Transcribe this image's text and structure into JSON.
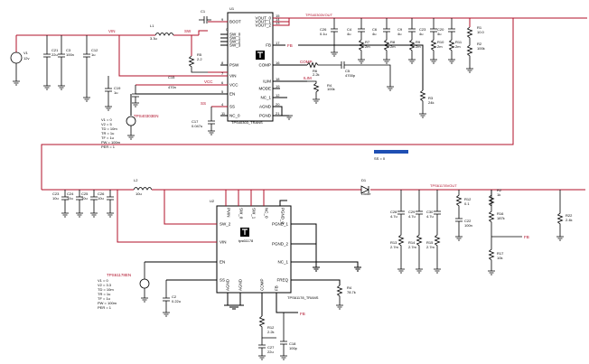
{
  "top": {
    "vin_net": "VIN",
    "sw_net": "SW",
    "vcc_net": "VCC",
    "ss_net": "SS",
    "ilim_net": "ILIM",
    "comp_net": "COMP",
    "fb_net": "FB",
    "vout_net": "TPS40303VOUT",
    "u1_ref": "U1",
    "u1_part": "TPS40303_TRANS",
    "u1_pins_left": [
      "BOOT",
      "SW_0",
      "SW_1",
      "SW_2",
      "SW_3",
      "PSW",
      "VIN",
      "VCC",
      "EN",
      "SS",
      "NC_0"
    ],
    "u1_pins_right": [
      "VOUT_0",
      "VOUT_1",
      "VOUT_2",
      "FB",
      "COMP",
      "ILIM",
      "MODE",
      "NC_1",
      "AGND",
      "PGND"
    ],
    "u1_pinnums_left": [
      "9",
      "",
      "",
      "",
      "",
      "8",
      "7",
      "6",
      "5",
      "4",
      "11"
    ],
    "u1_pinnums_right": [
      "15",
      "14",
      "13",
      "17",
      "16",
      "18",
      "19",
      "12",
      "20",
      "21"
    ],
    "source": {
      "ref": "V1",
      "val": "12v",
      "params": [
        "V1 = 0",
        "V2 = 12",
        "TD = 10u",
        "TR = 1m",
        "TF = 1u",
        "PW = 100m",
        "PER = 1"
      ]
    },
    "en_source": {
      "ref": "TPS40303EN",
      "params": [
        "V1 = 0",
        "V2 = 5",
        "TD = 10m",
        "TR = 1u",
        "TF = 1u",
        "PW = 100m",
        "PER = 1"
      ]
    },
    "inductor": {
      "ref": "L1",
      "val": "3.3u"
    },
    "caps_in": [
      {
        "ref": "C21",
        "val": "22u"
      },
      {
        "ref": "C3",
        "val": "100n"
      },
      {
        "ref": "C12",
        "val": "1u"
      },
      {
        "ref": "C19",
        "val": "1u"
      }
    ],
    "cap_boot": {
      "ref": "C1",
      "val": "0.1u"
    },
    "res_boot": {
      "ref": "R5",
      "val": "2.2"
    },
    "caps_top_misc": [
      {
        "ref": "C15",
        "val": "470n"
      },
      {
        "ref": "C17",
        "val": "0.047u"
      },
      {
        "ref": "C13",
        "val": "22p"
      }
    ],
    "comp_net_parts": [
      {
        "ref": "R6",
        "val": "2.2k"
      },
      {
        "ref": "C5",
        "val": "4700p"
      },
      {
        "ref": "R4",
        "val": "100k"
      },
      {
        "ref": "R3",
        "val": "24k"
      }
    ],
    "caps_out": [
      {
        "ref": "C4",
        "val": "4u"
      },
      {
        "ref": "C6",
        "val": "4u"
      },
      {
        "ref": "C9",
        "val": "4u"
      },
      {
        "ref": "C23",
        "val": "4u"
      },
      {
        "ref": "C20",
        "val": "4u"
      },
      {
        "ref": "C26",
        "val": "0.1u"
      }
    ],
    "res_esr": [
      {
        "ref": "R7",
        "val": "2m"
      },
      {
        "ref": "R8",
        "val": "2m"
      },
      {
        "ref": "R9",
        "val": "2m"
      },
      {
        "ref": "R10",
        "val": "2m"
      },
      {
        "ref": "R11",
        "val": "2m"
      }
    ],
    "res_fb": [
      {
        "ref": "R1",
        "val": "10.0"
      },
      {
        "ref": "R2",
        "val": "100k"
      }
    ],
    "section_label": "SS = 0"
  },
  "bottom": {
    "u2_ref": "U2",
    "u2_part": "TPS61178_TRANS",
    "u2_chip": "tps61178",
    "u2_pins_top": [
      "PVIN",
      "SW_0",
      "SW_1",
      "NC_0",
      "PGND_0"
    ],
    "u2_pins_left": [
      "SW_2",
      "VIN",
      "EN",
      "SS"
    ],
    "u2_pins_right": [
      "PGND_1",
      "PGND_2",
      "NC_1",
      "FREQ"
    ],
    "u2_pins_bottom": [
      "AGND",
      "AGND",
      "COMP",
      "FB"
    ],
    "inductor": {
      "ref": "L2",
      "val": "10u"
    },
    "diode": {
      "ref": "D1",
      "val": "Diode"
    },
    "vout_net": "TPS61178VOUT",
    "fb_net": "FB",
    "en_source": {
      "ref": "TPS61178EN",
      "params": [
        "V1 = 0",
        "V2 = 3.3",
        "TD = 10m",
        "TR = 1u",
        "TF = 1u",
        "PW = 100m",
        "PER = 1"
      ]
    },
    "caps_in": [
      {
        "ref": "C23",
        "val": "10u"
      },
      {
        "ref": "C24",
        "val": "10u"
      },
      {
        "ref": "C25",
        "val": "10u"
      },
      {
        "ref": "C26",
        "val": "10u"
      }
    ],
    "cap_ss": {
      "ref": "C2",
      "val": "0.22u"
    },
    "res_freq": {
      "ref": "R4",
      "val": "78.7k"
    },
    "comp_parts": [
      {
        "ref": "R12",
        "val": "2.2k"
      },
      {
        "ref": "C27",
        "val": "22u"
      },
      {
        "ref": "C18",
        "val": "100p"
      }
    ],
    "caps_out": [
      {
        "ref": "C28",
        "val": "4.7u"
      },
      {
        "ref": "C29",
        "val": "4.7u"
      },
      {
        "ref": "C30",
        "val": "4.7u"
      },
      {
        "ref": "C22",
        "val": "100n"
      }
    ],
    "res_esr": [
      {
        "ref": "R13",
        "val": "2.7m"
      },
      {
        "ref": "R14",
        "val": "2.7m"
      },
      {
        "ref": "R15",
        "val": "2.7m"
      }
    ],
    "res_fb": [
      {
        "ref": "R12",
        "val": "0.1"
      },
      {
        "ref": "R16",
        "val": "187k"
      },
      {
        "ref": "R17",
        "val": "10k"
      },
      {
        "ref": "R22",
        "val": "2.4k"
      },
      {
        "ref": "R2",
        "val": "1k"
      }
    ]
  }
}
